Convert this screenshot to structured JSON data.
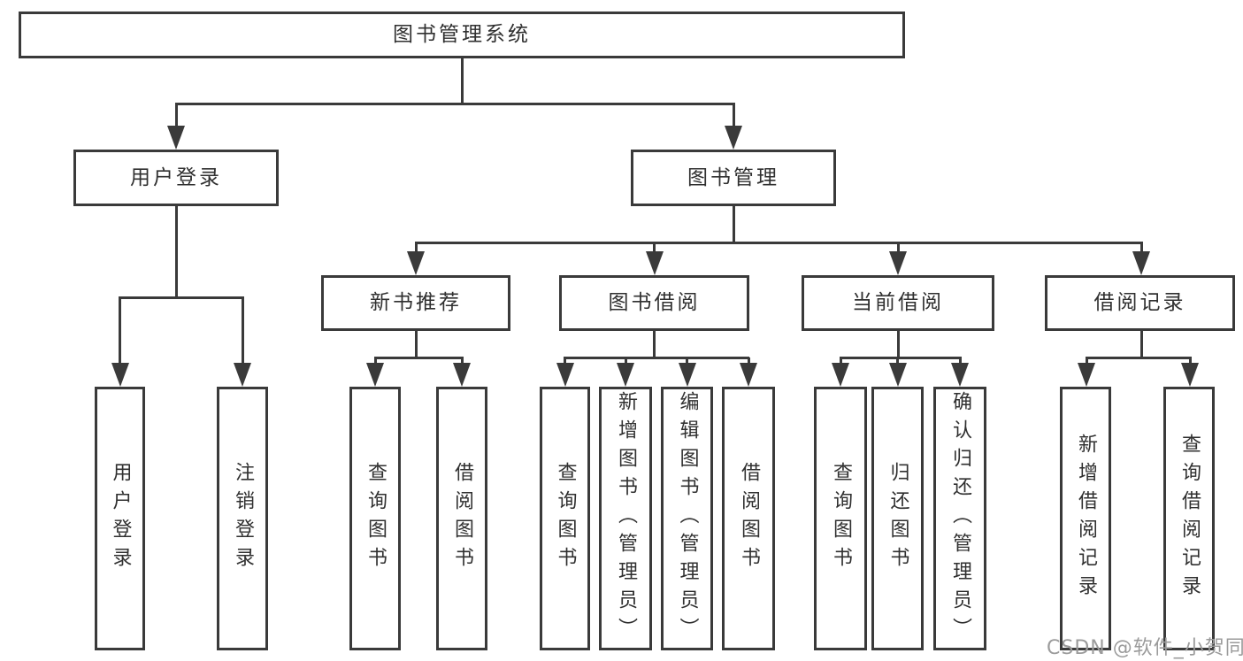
{
  "diagram": {
    "type": "hierarchy",
    "title": "图书管理系统",
    "root": {
      "label": "图书管理系统"
    },
    "level2": [
      {
        "label": "用户登录",
        "parent": "图书管理系统"
      },
      {
        "label": "图书管理",
        "parent": "图书管理系统"
      }
    ],
    "level3": [
      {
        "label": "新书推荐",
        "parent": "图书管理"
      },
      {
        "label": "图书借阅",
        "parent": "图书管理"
      },
      {
        "label": "当前借阅",
        "parent": "图书管理"
      },
      {
        "label": "借阅记录",
        "parent": "图书管理"
      }
    ],
    "leaves": [
      {
        "label": "用户登录",
        "parent": "用户登录"
      },
      {
        "label": "注销登录",
        "parent": "用户登录"
      },
      {
        "label": "查询图书",
        "parent": "新书推荐"
      },
      {
        "label": "借阅图书",
        "parent": "新书推荐"
      },
      {
        "label": "查询图书",
        "parent": "图书借阅"
      },
      {
        "label": "新增图书（管理员）",
        "parent": "图书借阅"
      },
      {
        "label": "编辑图书（管理员）",
        "parent": "图书借阅"
      },
      {
        "label": "借阅图书",
        "parent": "图书借阅"
      },
      {
        "label": "查询图书",
        "parent": "当前借阅"
      },
      {
        "label": "归还图书",
        "parent": "当前借阅"
      },
      {
        "label": "确认归还（管理员）",
        "parent": "当前借阅"
      },
      {
        "label": "新增借阅记录",
        "parent": "借阅记录"
      },
      {
        "label": "查询借阅记录",
        "parent": "借阅记录"
      }
    ],
    "colors": {
      "line": "#3a3a3a",
      "text": "#303030",
      "box_background": "#ffffff"
    }
  },
  "watermark": {
    "text": "CSDN @软件_小贺同学",
    "color": "#9b9b9b"
  }
}
